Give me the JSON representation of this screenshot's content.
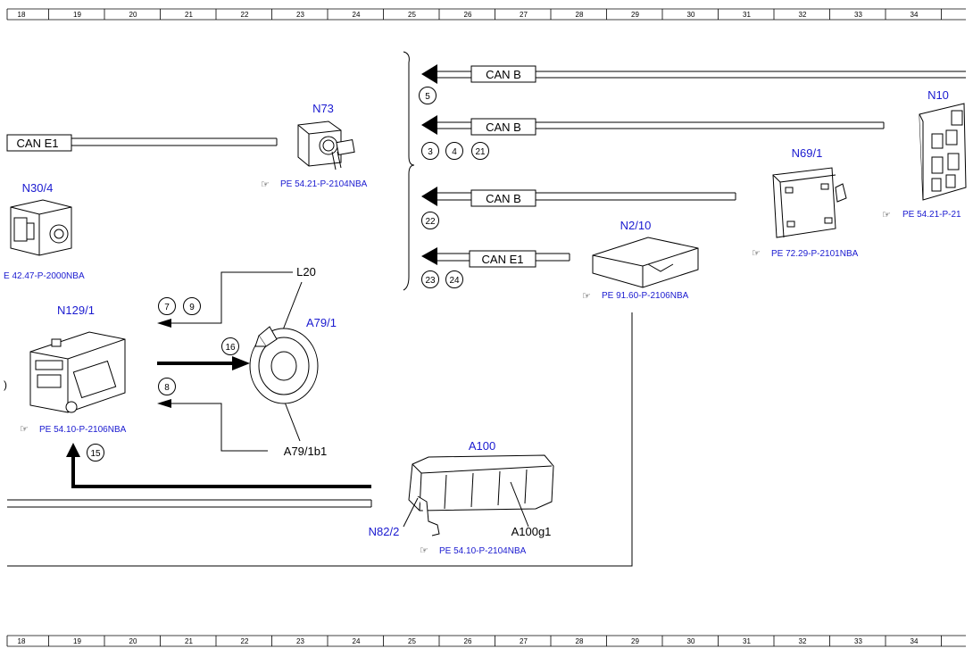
{
  "ruler": [
    "18",
    "19",
    "20",
    "21",
    "22",
    "23",
    "24",
    "25",
    "26",
    "27",
    "28",
    "29",
    "30",
    "31",
    "32",
    "33",
    "34"
  ],
  "bus_labels": {
    "can_b_1": "CAN B",
    "can_b_2": "CAN B",
    "can_b_3": "CAN B",
    "can_e1_right": "CAN E1",
    "can_e1_left": "CAN E1"
  },
  "components": {
    "n73": "N73",
    "n30_4": "N30/4",
    "n10": "N10",
    "n69_1": "N69/1",
    "n2_10": "N2/10",
    "n129_1": "N129/1",
    "a79_1": "A79/1",
    "l20": "L20",
    "a79_1b1": "A79/1b1",
    "a100": "A100",
    "n82_2": "N82/2",
    "a100g1": "A100g1"
  },
  "references": {
    "n73": "PE 54.21-P-2104NBA",
    "n30_4": "E 42.47-P-2000NBA",
    "n10": "PE 54.21-P-21",
    "n69_1": "PE 72.29-P-2101NBA",
    "n2_10": "PE 91.60-P-2106NBA",
    "n129_1": "PE 54.10-P-2106NBA",
    "a100": "PE 54.10-P-2104NBA"
  },
  "markers": {
    "m5": "5",
    "m3": "3",
    "m4": "4",
    "m21": "21",
    "m22": "22",
    "m23": "23",
    "m24": "24",
    "m7": "7",
    "m9": "9",
    "m16": "16",
    "m8": "8",
    "m15": "15"
  },
  "colors": {
    "label_blue": "#1a1ad0",
    "line": "#000000"
  }
}
